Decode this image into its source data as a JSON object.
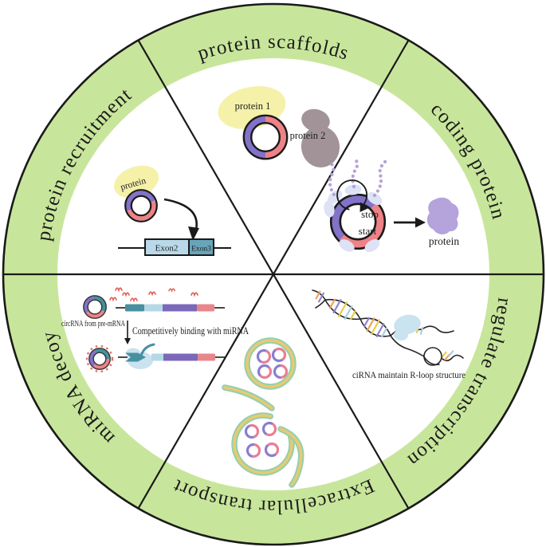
{
  "ring": {
    "fill": "#c8e69b",
    "labels": [
      {
        "text": "protein recruitment"
      },
      {
        "text": "protein scaffolds"
      },
      {
        "text": "coding protein"
      },
      {
        "text": "regulate transcription"
      },
      {
        "text": "Extracellular transport"
      },
      {
        "text": "miRNA decoy"
      }
    ]
  },
  "sectors": {
    "protein_scaffolds": {
      "protein1": "protein 1",
      "protein2": "protein 2"
    },
    "coding_protein": {
      "stop": "stop",
      "start": "start",
      "protein": "protein"
    },
    "regulate_transcription": {
      "caption": "ciRNA maintain R-loop structure"
    },
    "extracellular_transport": {},
    "mirna_decoy": {
      "source_label": "circRNA from pre-mRNA",
      "binding_label": "Competitively binding with miRNA"
    },
    "protein_recruitment": {
      "protein": "protein",
      "exon2": "Exon2",
      "exon3": "Exon3"
    }
  },
  "colors": {
    "ring_green": "#c8e69b",
    "outline": "#1a1a1a",
    "circrna_purple": "#8272c8",
    "circrna_pink": "#ee8287",
    "protein_yellow": "#f5f1a9",
    "protein_gray": "#a29399",
    "protein_purple": "#b5a3db",
    "ribosome_blue": "#dde2f5",
    "chain_purple": "#b4a2d8",
    "teal": "#47909f",
    "exon2_blue": "#b9d9e9",
    "exon3_blue": "#68a4ba",
    "mrna_lightblue": "#b5d8e6",
    "mrna_purple": "#7b68b8",
    "mrna_pink": "#e8878b",
    "mirna_red": "#e05f55",
    "vesicle_yellow": "#e8ca72",
    "vesicle_teal": "#95cfae",
    "small_ring_pink": "#e87f92",
    "small_ring_purple": "#8a7dd0",
    "dna_orange": "#f0a155",
    "dna_yellow": "#e5cd4e",
    "dna_purple": "#9082cf",
    "dna_blue": "#a9cfe3",
    "rloop_blue": "#c9e3ef"
  }
}
